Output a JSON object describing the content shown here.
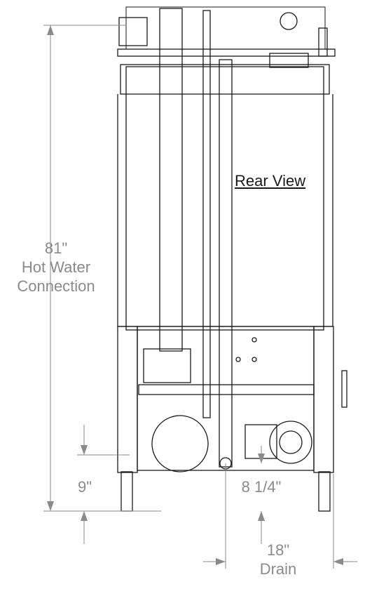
{
  "diagram": {
    "view_title": "Rear View",
    "dimensions": {
      "hot_water": {
        "value": "81\"",
        "label_line1": "Hot Water",
        "label_line2": "Connection"
      },
      "bottom_left": {
        "value": "9\""
      },
      "bottom_center": {
        "value": "8 1/4\""
      },
      "drain": {
        "value": "18\"",
        "label": "Drain"
      }
    },
    "colors": {
      "line": "#1a1a1a",
      "dimension": "#8a8a8a"
    }
  }
}
